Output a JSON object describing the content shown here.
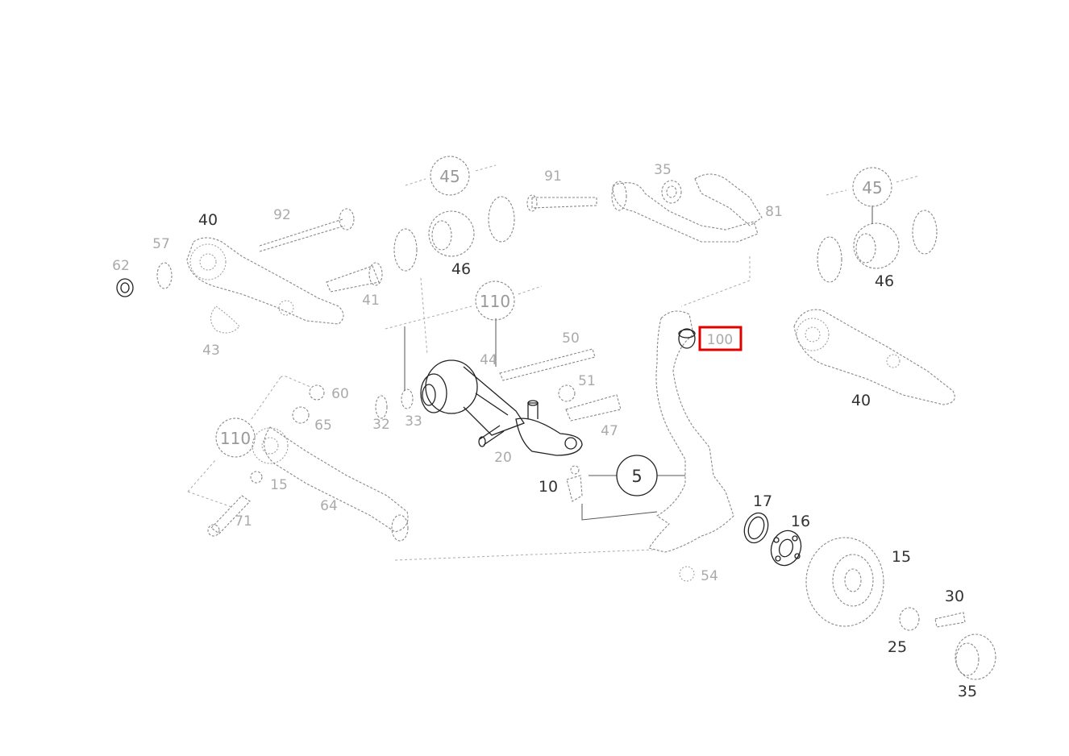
{
  "diagram": {
    "highlight_color": "#e00000",
    "labels": {
      "l40a": "40",
      "l57": "57",
      "l62": "62",
      "l92": "92",
      "l41": "41",
      "l43": "43",
      "l45a": "45",
      "l46a": "46",
      "l91": "91",
      "l35a": "35",
      "l81": "81",
      "l110a": "110",
      "l50": "50",
      "l44": "44",
      "l51": "51",
      "l47": "47",
      "l32": "32",
      "l33": "33",
      "l20": "20",
      "l60": "60",
      "l65": "65",
      "l110b": "110",
      "l15a": "15",
      "l64": "64",
      "l71": "71",
      "l100": "100",
      "l45b": "45",
      "l46b": "46",
      "l40b": "40",
      "l5": "5",
      "l10": "10",
      "l17": "17",
      "l16": "16",
      "l15b": "15",
      "l54": "54",
      "l30": "30",
      "l25": "25",
      "l35b": "35"
    }
  }
}
